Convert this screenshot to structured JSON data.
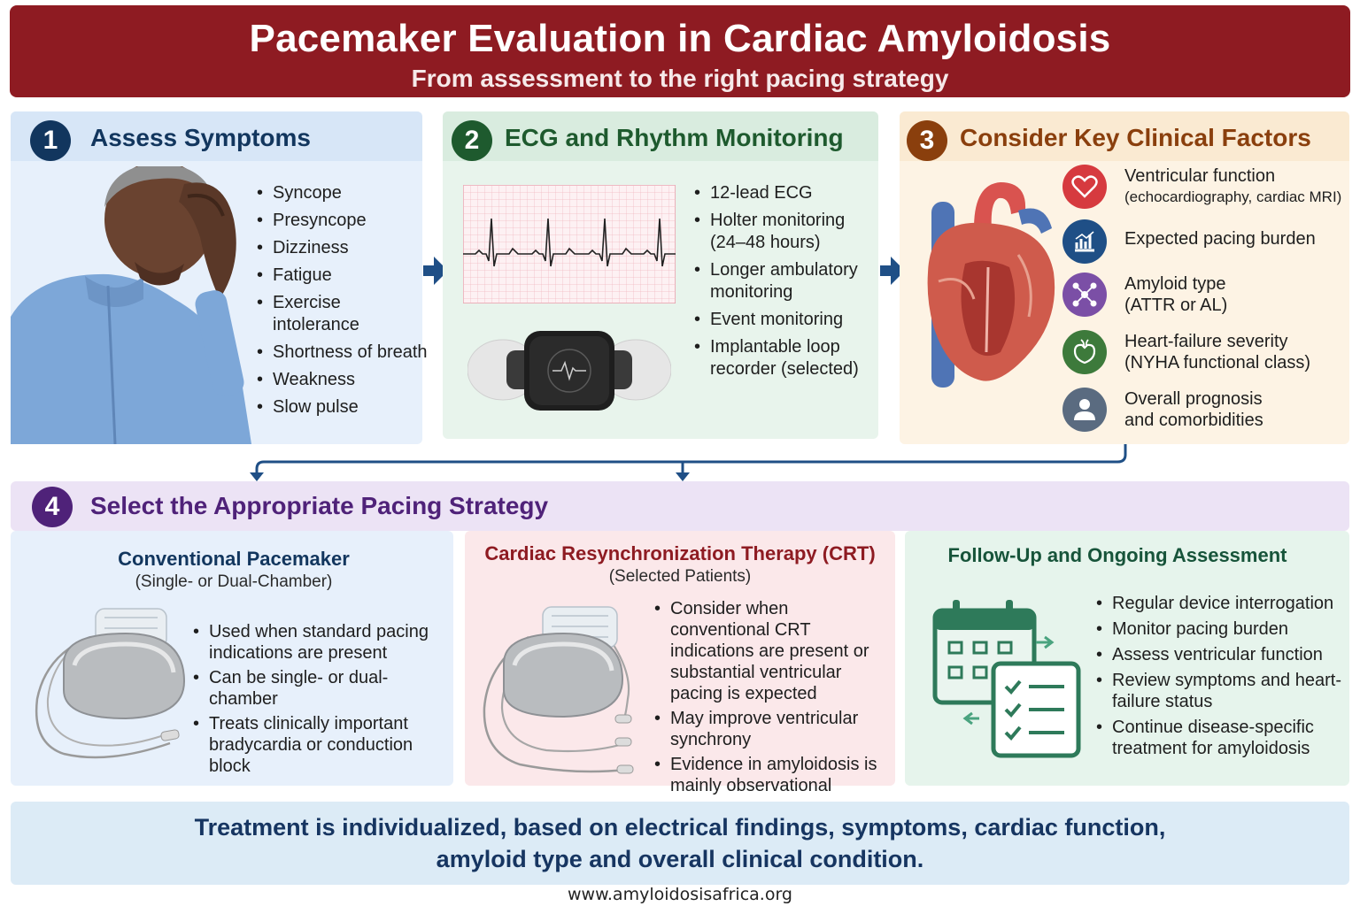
{
  "header": {
    "title": "Pacemaker Evaluation in Cardiac Amyloidosis",
    "subtitle": "From assessment to the right pacing strategy"
  },
  "colors": {
    "header_bg": "#8e1b22",
    "step1": "#12365e",
    "step2": "#1e5a2e",
    "step3": "#8a3f0d",
    "step4": "#4f2279"
  },
  "step1": {
    "number": "1",
    "title": "Assess Symptoms",
    "items": [
      "Syncope",
      "Presyncope",
      "Dizziness",
      "Fatigue",
      "Exercise intolerance",
      "Shortness of breath",
      "Weakness",
      "Slow pulse"
    ]
  },
  "step2": {
    "number": "2",
    "title": "ECG and Rhythm Monitoring",
    "items": [
      "12-lead ECG",
      "Holter monitoring (24–48 hours)",
      "Longer ambulatory monitoring",
      "Event monitoring",
      "Implantable loop recorder (selected)"
    ]
  },
  "step3": {
    "number": "3",
    "title": "Consider Key Clinical Factors",
    "factors": [
      {
        "line1": "Ventricular function",
        "line2": "(echocardiography, cardiac MRI)",
        "icon": "heart-icon",
        "color": "#d63a3f"
      },
      {
        "line1": "Expected pacing burden",
        "line2": "",
        "icon": "bar-chart-icon",
        "color": "#1f4f86"
      },
      {
        "line1": "Amyloid type",
        "line2": "(ATTR or AL)",
        "icon": "molecule-icon",
        "color": "#7b4fa6"
      },
      {
        "line1": "Heart-failure severity",
        "line2": "(NYHA functional class)",
        "icon": "heart-failure-icon",
        "color": "#3d7a3b"
      },
      {
        "line1": "Overall prognosis",
        "line2": "and comorbidities",
        "icon": "person-icon",
        "color": "#5a6b80"
      }
    ]
  },
  "step4": {
    "number": "4",
    "title": "Select the Appropriate Pacing Strategy",
    "conventional": {
      "title": "Conventional Pacemaker",
      "subtitle": "(Single- or Dual-Chamber)",
      "items": [
        "Used when standard pacing indications are present",
        "Can be single- or dual-chamber",
        "Treats clinically important bradycardia or conduction block"
      ]
    },
    "crt": {
      "title": "Cardiac Resynchronization Therapy (CRT)",
      "subtitle": "(Selected Patients)",
      "items": [
        "Consider when conventional CRT indications are present or substantial ventricular pacing is expected",
        "May improve ventricular synchrony",
        "Evidence in amyloidosis is mainly observational"
      ]
    },
    "followup": {
      "title": "Follow-Up and Ongoing Assessment",
      "items": [
        "Regular device interrogation",
        "Monitor pacing burden",
        "Assess ventricular function",
        "Review symptoms and heart-failure status",
        "Continue disease-specific treatment for amyloidosis"
      ]
    }
  },
  "bottom": {
    "line1": "Treatment is individualized, based on electrical findings, symptoms, cardiac function,",
    "line2": "amyloid type and overall clinical condition."
  },
  "footer": "www.amyloidosisafrica.org"
}
